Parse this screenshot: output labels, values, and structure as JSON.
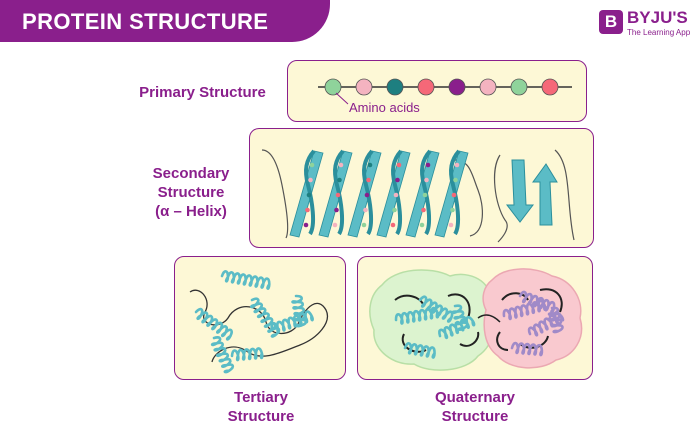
{
  "header": {
    "title": "PROTEIN STRUCTURE"
  },
  "logo": {
    "letter": "B",
    "name": "BYJU'S",
    "tagline": "The Learning App"
  },
  "primary": {
    "label": "Primary Structure",
    "annotation": "Amino acids"
  },
  "secondary": {
    "label_lines": [
      "Secondary",
      "Structure",
      "(α – Helix)"
    ]
  },
  "tertiary": {
    "label_lines": [
      "Tertiary",
      "Structure"
    ]
  },
  "quaternary": {
    "label_lines": [
      "Quaternary",
      "Structure"
    ]
  },
  "colors": {
    "brand": "#8a1f8c",
    "panel": "#fdf8d6",
    "helix": "#5bbcc6",
    "helix_dark": "#2b8f9c",
    "green_blob": "#dcf3cf",
    "pink_blob": "#f9c9cf",
    "purple_helix": "#a08ac8"
  },
  "amino_acid_colors": [
    "#8fd39b",
    "#f4b3c0",
    "#1e7f80",
    "#f56878",
    "#8a1f8c",
    "#f4b3c0",
    "#8fd39b",
    "#f56878"
  ]
}
